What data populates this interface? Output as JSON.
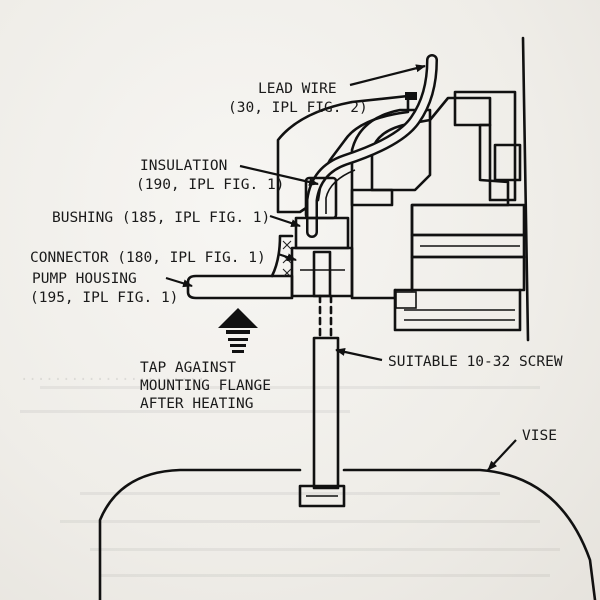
{
  "labels": {
    "lead_wire": "LEAD WIRE",
    "lead_wire_ref": "(30, IPL FIG. 2)",
    "insulation": "INSULATION",
    "insulation_ref": "(190, IPL FIG. 1)",
    "bushing": "BUSHING (185, IPL FIG. 1)",
    "connector": "CONNECTOR (180, IPL FIG. 1)",
    "pump_housing": "PUMP HOUSING",
    "pump_housing_ref": "(195, IPL FIG. 1)",
    "tap_line1": "TAP AGAINST",
    "tap_line2": "MOUNTING FLANGE",
    "tap_line3": "AFTER HEATING",
    "screw": "SUITABLE 10-32 SCREW",
    "vise": "VISE"
  },
  "colors": {
    "ink": "#111111",
    "paper": "#f2f0ec"
  }
}
